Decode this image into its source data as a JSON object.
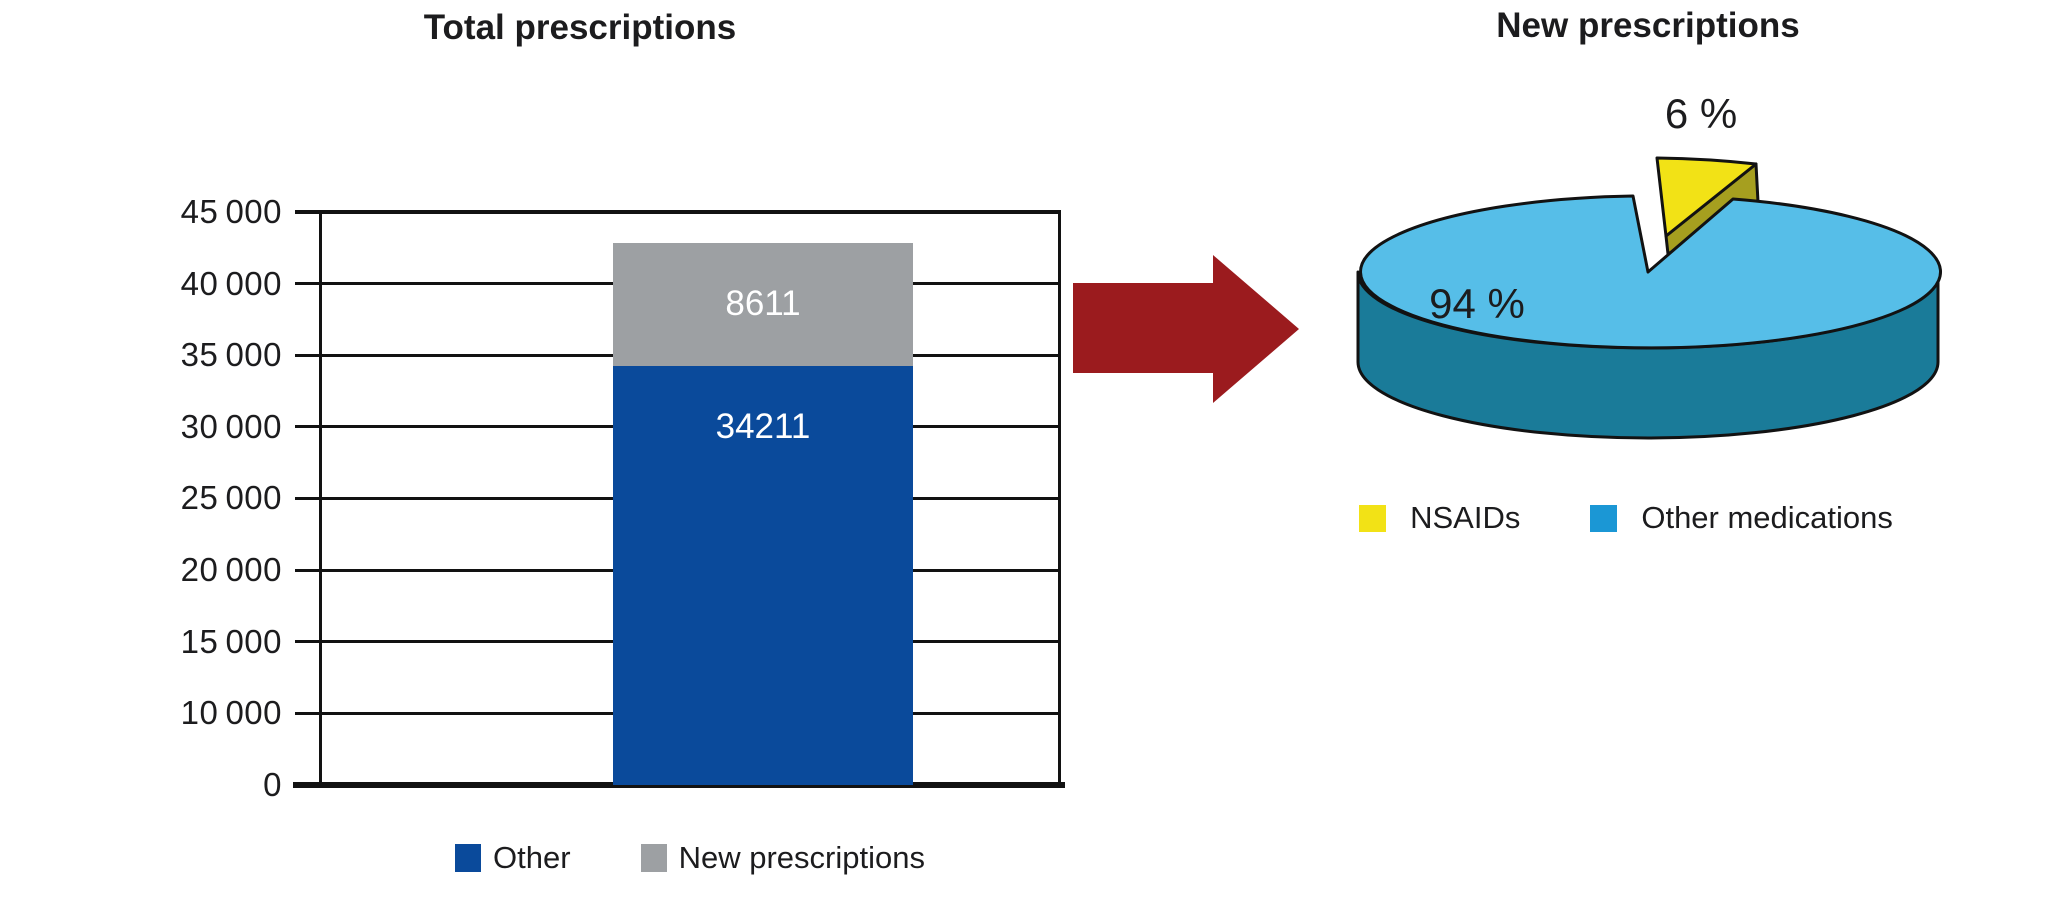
{
  "colors": {
    "bar-blue": "#0a4a9b",
    "bar-gray": "#9da0a3",
    "arrow-red": "#9b1b1e",
    "pie-top": "#56bee8",
    "pie-side": "#1a7b99",
    "pie-yellow": "#f2e216",
    "pie-olive": "#a69f1f",
    "legend-blue": "#1b97d5",
    "outline": "#121212",
    "text": "#1c1c1e"
  },
  "arrow": {
    "shape": "block-arrow-right",
    "color": "#9b1b1e"
  },
  "chart_data": [
    {
      "type": "bar",
      "stacked": true,
      "title": "Total prescriptions",
      "categories": [
        ""
      ],
      "series": [
        {
          "name": "Other",
          "values": [
            34211
          ],
          "color": "#0a4a9b",
          "value_label": "34211"
        },
        {
          "name": "New prescriptions",
          "values": [
            8611
          ],
          "color": "#9da0a3",
          "value_label": "8611"
        }
      ],
      "total": 42822,
      "ylim": [
        0,
        45000
      ],
      "grid": true,
      "legend_position": "bottom",
      "yticks": [
        {
          "value": 45000,
          "label": "45 000"
        },
        {
          "value": 40000,
          "label": "40 000"
        },
        {
          "value": 35000,
          "label": "35 000"
        },
        {
          "value": 30000,
          "label": "30 000"
        },
        {
          "value": 25000,
          "label": "25 000"
        },
        {
          "value": 20000,
          "label": "20 000"
        },
        {
          "value": 15000,
          "label": "15 000"
        },
        {
          "value": 10000,
          "label": "10 000"
        },
        {
          "value": 0,
          "label": "0"
        }
      ],
      "axis_note": "no 5000 gridline shown; 0 line sits one grid step below 10000"
    },
    {
      "type": "pie",
      "style": "3d-exploded",
      "title": "New prescriptions",
      "legend_position": "bottom",
      "slices": [
        {
          "label": "NSAIDs",
          "value_pct": 6,
          "text": "6 %",
          "color": "#f2e216",
          "exploded": true
        },
        {
          "label": "Other medications",
          "value_pct": 94,
          "text": "94 %",
          "color": "#56bee8",
          "exploded": false
        }
      ]
    }
  ]
}
